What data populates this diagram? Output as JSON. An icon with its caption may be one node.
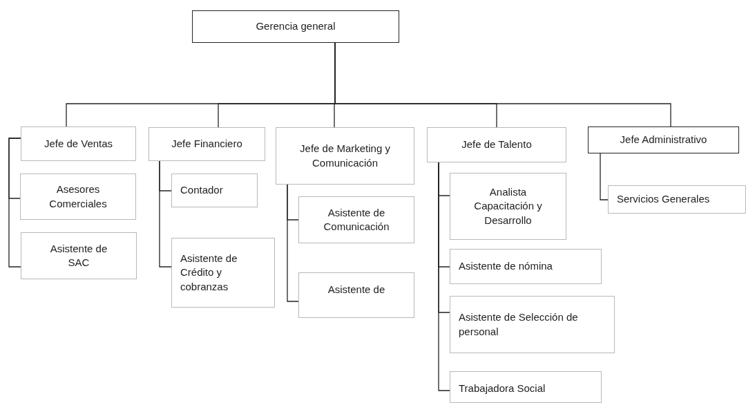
{
  "diagram": {
    "nodes": [
      {
        "text": [
          "Gerencia general"
        ]
      },
      {
        "text": [
          "Jefe de Ventas"
        ]
      },
      {
        "text": [
          "Asesores Comerciales"
        ]
      },
      {
        "text": [
          "Asistente de SAC"
        ]
      },
      {
        "text": [
          "Jefe Financiero"
        ]
      },
      {
        "text": [
          "Contador"
        ]
      },
      {
        "text": [
          "Asistente de Crédito y cobranzas"
        ]
      },
      {
        "text": [
          "Jefe de Marketing y Comunicación"
        ]
      },
      {
        "text": [
          "Asistente de Comunicación"
        ]
      },
      {
        "text": [
          "Asistente de"
        ]
      },
      {
        "text": [
          "Jefe de Talento"
        ]
      },
      {
        "text": [
          "Analista Capacitación y Desarrollo"
        ]
      },
      {
        "text": [
          "Asistente de nómina"
        ]
      },
      {
        "text": [
          "Asistente de Selección de personal"
        ]
      },
      {
        "text": [
          "Trabajadora Social"
        ]
      },
      {
        "text": [
          "Jefe Administrativo"
        ]
      },
      {
        "text": [
          "Servicios Generales"
        ]
      }
    ],
    "edges": [
      {
        "from": 0,
        "to": 1,
        "arrow": "none"
      },
      {
        "from": 0,
        "to": 4,
        "arrow": "none"
      },
      {
        "from": 0,
        "to": 7,
        "arrow": "none"
      },
      {
        "from": 0,
        "to": 10,
        "arrow": "none"
      },
      {
        "from": 0,
        "to": 15,
        "arrow": "none"
      },
      {
        "from": 1,
        "to": 2,
        "arrow": "none"
      },
      {
        "from": 1,
        "to": 3,
        "arrow": "none"
      },
      {
        "from": 4,
        "to": 5,
        "arrow": "none"
      },
      {
        "from": 4,
        "to": 6,
        "arrow": "none"
      },
      {
        "from": 7,
        "to": 8,
        "arrow": "none"
      },
      {
        "from": 7,
        "to": 9,
        "arrow": "none"
      },
      {
        "from": 10,
        "to": 11,
        "arrow": "none"
      },
      {
        "from": 10,
        "to": 12,
        "arrow": "none"
      },
      {
        "from": 10,
        "to": 13,
        "arrow": "none"
      },
      {
        "from": 10,
        "to": 14,
        "arrow": "none"
      },
      {
        "from": 15,
        "to": 16,
        "arrow": "none"
      }
    ]
  }
}
